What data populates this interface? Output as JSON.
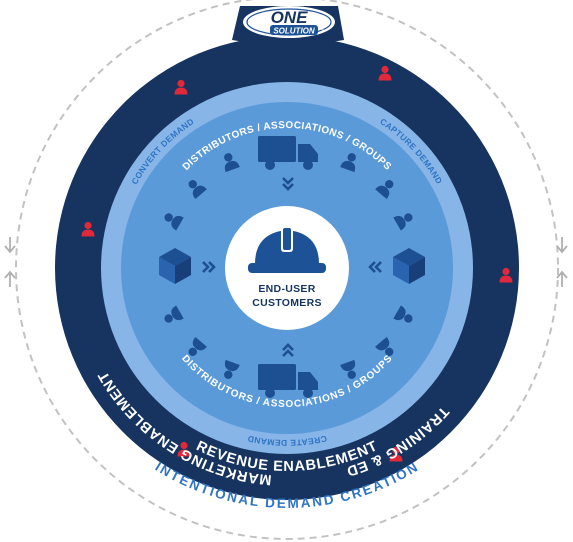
{
  "logo": {
    "line1": "ONE",
    "line2": "SOLUTION",
    "tm": "™"
  },
  "outer_label": "INTENTIONAL DEMAND CREATION",
  "ring_labels": {
    "training": "TRAINING & ED",
    "marketing": "MARKETING ENABLEMENT",
    "revenue": "REVENUE ENABLEMENT"
  },
  "band_labels": {
    "create": "CREATE DEMAND",
    "capture": "CAPTURE DEMAND",
    "convert": "CONVERT DEMAND"
  },
  "distributors": {
    "top": "DISTRIBUTORS / ASSOCIATIONS / GROUPS",
    "bottom": "DISTRIBUTORS / ASSOCIATIONS / GROUPS"
  },
  "center": {
    "line1": "END-USER",
    "line2": "CUSTOMERS"
  },
  "colors": {
    "navy": "#16345f",
    "mid_blue": "#2f74c4",
    "light_blue": "#5b9ad8",
    "pale_blue": "#87b5e8",
    "red": "#e0293a",
    "dashed_gray": "#c2c2c2"
  },
  "icons": [
    "person-icon",
    "truck-icon",
    "box-icon",
    "hard-hat-icon",
    "chevron-icon",
    "arrow-icon"
  ]
}
